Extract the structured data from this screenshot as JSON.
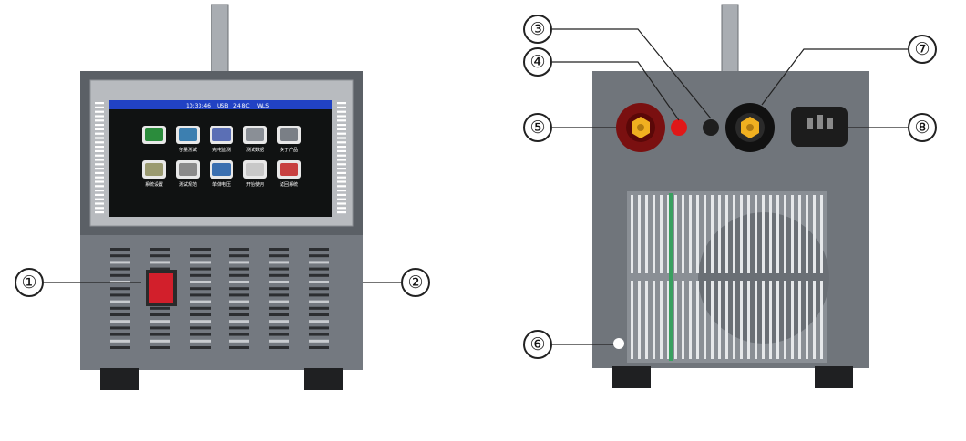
{
  "callouts": [
    {
      "id": "1",
      "label": "①"
    },
    {
      "id": "2",
      "label": "②"
    },
    {
      "id": "3",
      "label": "③"
    },
    {
      "id": "4",
      "label": "④"
    },
    {
      "id": "5",
      "label": "⑤"
    },
    {
      "id": "6",
      "label": "⑥"
    },
    {
      "id": "7",
      "label": "⑦"
    },
    {
      "id": "8",
      "label": "⑧"
    }
  ],
  "screen": {
    "status_time": "10:33:46",
    "status_usb": "USB",
    "status_temp": "24.8C",
    "status_mode": "WLS",
    "icons": [
      "",
      "容量测试",
      "充电监测",
      "测试数据",
      "关于产品",
      "系统设置",
      "测试规范",
      "单体电压",
      "开始使用",
      "返回系统"
    ]
  },
  "colors": {
    "body": "#6e7379",
    "panel": "#5d6268",
    "bezel": "#b9bcc0",
    "screen_bg": "#0d0f0f",
    "status_bar": "#2040c0",
    "red_terminal": "#7a1010",
    "gold": "#f0b020",
    "red_led": "#e01818",
    "switch": "#d21f2b"
  }
}
